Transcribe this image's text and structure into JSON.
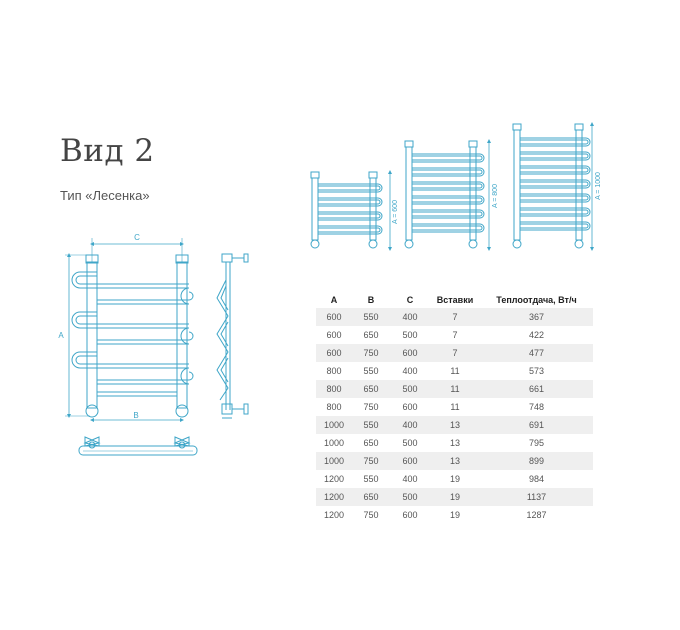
{
  "heading": "Вид 2",
  "subtitle": "Тип «Лесенка»",
  "drawing": {
    "dim_c": "C",
    "dim_a": "A",
    "dim_b": "B",
    "small_labels": [
      "A = 600",
      "A = 800",
      "A = 1000"
    ],
    "accent_color": "#3fa6c8"
  },
  "table": {
    "headers": [
      "A",
      "B",
      "C",
      "Вставки",
      "Теплоотдача, Вт/ч"
    ],
    "rows": [
      [
        "600",
        "550",
        "400",
        "7",
        "367"
      ],
      [
        "600",
        "650",
        "500",
        "7",
        "422"
      ],
      [
        "600",
        "750",
        "600",
        "7",
        "477"
      ],
      [
        "800",
        "550",
        "400",
        "11",
        "573"
      ],
      [
        "800",
        "650",
        "500",
        "11",
        "661"
      ],
      [
        "800",
        "750",
        "600",
        "11",
        "748"
      ],
      [
        "1000",
        "550",
        "400",
        "13",
        "691"
      ],
      [
        "1000",
        "650",
        "500",
        "13",
        "795"
      ],
      [
        "1000",
        "750",
        "600",
        "13",
        "899"
      ],
      [
        "1200",
        "550",
        "400",
        "19",
        "984"
      ],
      [
        "1200",
        "650",
        "500",
        "19",
        "1137"
      ],
      [
        "1200",
        "750",
        "600",
        "19",
        "1287"
      ]
    ]
  }
}
